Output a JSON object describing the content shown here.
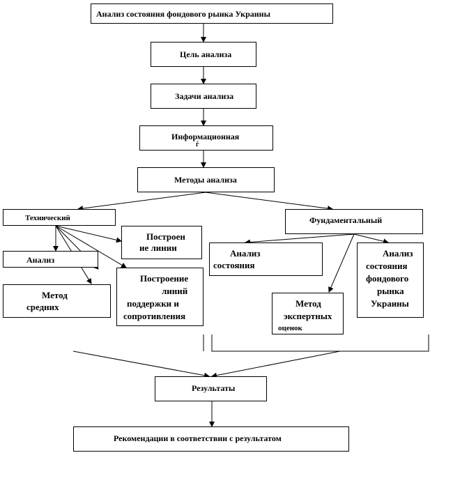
{
  "diagram": {
    "nodes": {
      "root": "Анализ состояния фондового рынка Украины",
      "goal": "Цель анализа",
      "tasks": "Задачи анализа",
      "info": "Информационная",
      "info_mark": "ѓ",
      "methods": "Методы анализа",
      "technical": "Технический",
      "fundamental": "Фундаментальный",
      "lines_build": [
        "Построен",
        "ие линии"
      ],
      "analysis": "Анализ",
      "method_avg": [
        "Метод",
        "средних"
      ],
      "support_lines": [
        "Построение",
        "линий",
        "поддержки и",
        "сопротивления"
      ],
      "state_analysis": [
        "Анализ",
        "состояния"
      ],
      "market_analysis": [
        "Анализ",
        "состояния",
        "фондового",
        "рынка",
        "Украины"
      ],
      "expert_method": [
        "Метод",
        "экспертных",
        "оценок"
      ],
      "results": "Результаты",
      "recommendations": "Рекомендации в соответствии с результатом"
    }
  }
}
